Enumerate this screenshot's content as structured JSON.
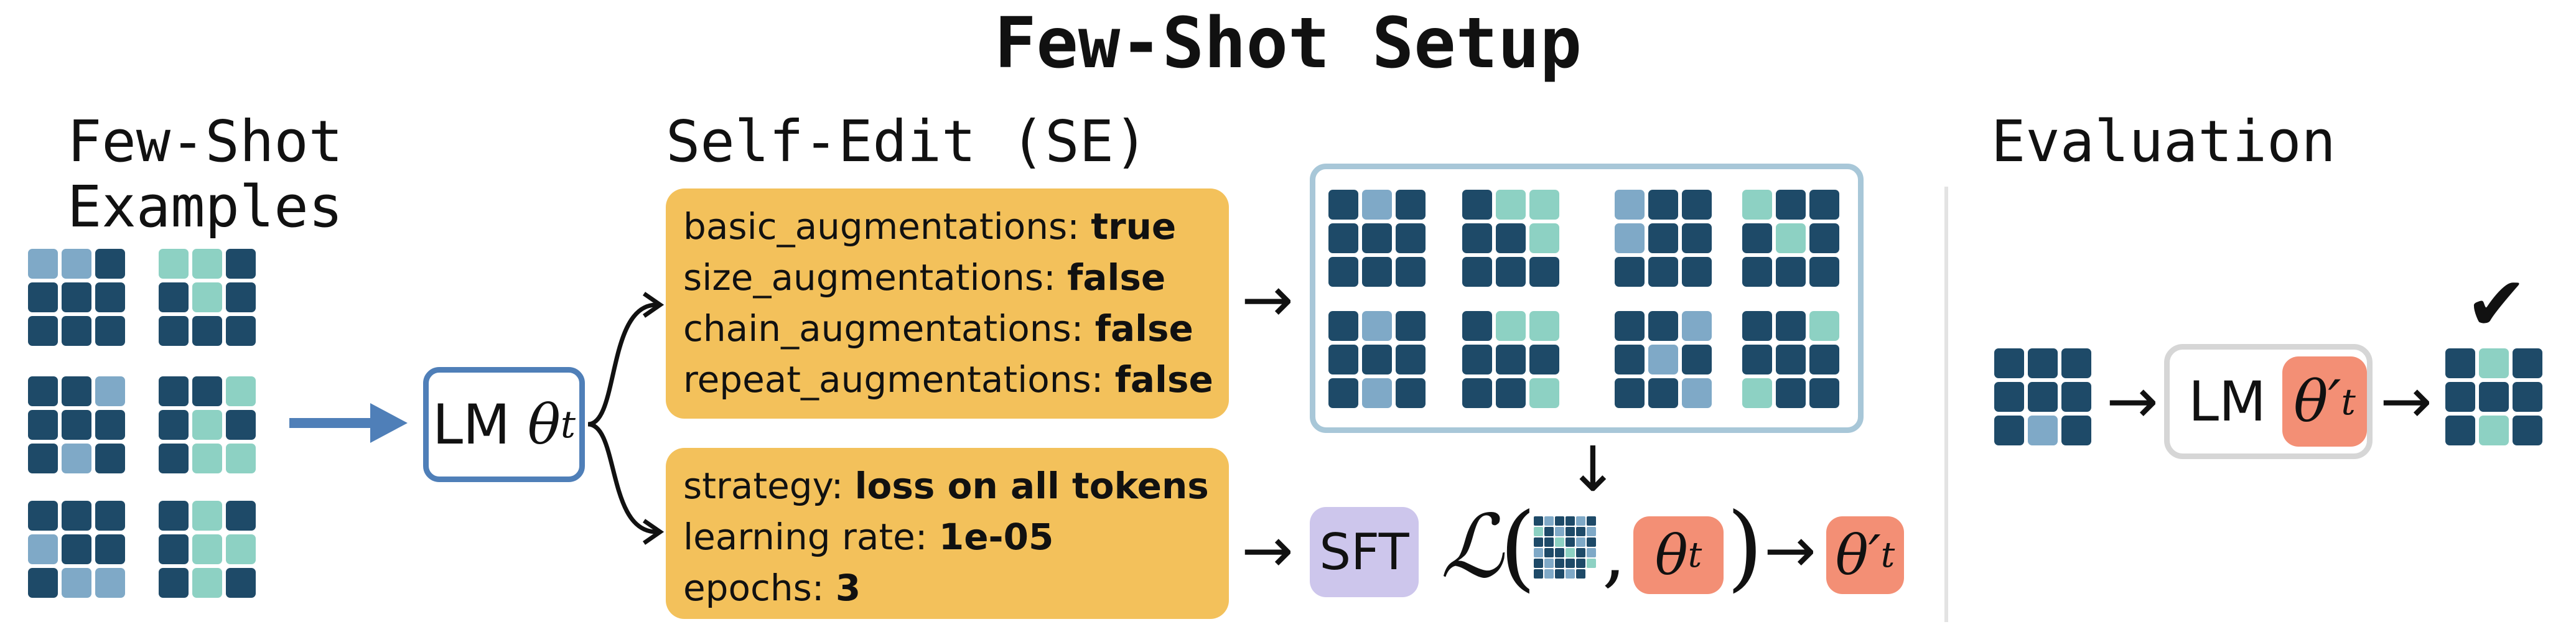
{
  "title": "Few-Shot Setup",
  "sections": {
    "examples_line1": "Few-Shot",
    "examples_line2": "Examples",
    "self_edit": "Self-Edit (SE)",
    "evaluation": "Evaluation"
  },
  "augment_config": [
    {
      "key": "basic_augmentations:",
      "value": "true"
    },
    {
      "key": "size_augmentations:",
      "value": "false"
    },
    {
      "key": "chain_augmentations:",
      "value": "false"
    },
    {
      "key": "repeat_augmentations:",
      "value": "false"
    }
  ],
  "train_config": [
    {
      "key": "strategy:",
      "value": "loss on all tokens"
    },
    {
      "key": "learning rate:",
      "value": "1e-05"
    },
    {
      "key": "epochs:",
      "value": "3"
    }
  ],
  "lm_label": "LM",
  "theta_t": "θ",
  "theta_sub": "t",
  "theta_prime": "θ′",
  "sft_label": "SFT",
  "loss_symbol": "ℒ",
  "arrow": "→",
  "down_arrow": "↓",
  "check": "✔",
  "colors": {
    "dark": "#1e4a68",
    "mid": "#7fa9c7",
    "teal": "#8dd1c3",
    "yellow": "#f3c15b",
    "red": "#f38f75",
    "lavender": "#cdc6ec",
    "blue_border": "#4f7fb8"
  },
  "grids": {
    "examples": [
      [
        "m",
        "m",
        "d",
        "d",
        "d",
        "d",
        "d",
        "d",
        "d"
      ],
      [
        "t",
        "t",
        "d",
        "d",
        "t",
        "d",
        "d",
        "d",
        "d"
      ],
      [
        "d",
        "d",
        "m",
        "d",
        "d",
        "d",
        "d",
        "m",
        "d"
      ],
      [
        "d",
        "d",
        "t",
        "d",
        "t",
        "d",
        "d",
        "t",
        "t"
      ],
      [
        "d",
        "d",
        "d",
        "m",
        "d",
        "d",
        "d",
        "m",
        "m"
      ],
      [
        "d",
        "t",
        "d",
        "d",
        "t",
        "t",
        "d",
        "t",
        "d"
      ]
    ],
    "augmented": [
      [
        "d",
        "m",
        "d",
        "d",
        "d",
        "d",
        "d",
        "d",
        "d"
      ],
      [
        "d",
        "t",
        "t",
        "d",
        "d",
        "t",
        "d",
        "d",
        "d"
      ],
      [
        "m",
        "d",
        "d",
        "m",
        "d",
        "d",
        "d",
        "d",
        "d"
      ],
      [
        "t",
        "d",
        "d",
        "d",
        "t",
        "d",
        "d",
        "d",
        "d"
      ],
      [
        "d",
        "m",
        "d",
        "d",
        "d",
        "d",
        "d",
        "m",
        "d"
      ],
      [
        "d",
        "t",
        "t",
        "d",
        "d",
        "d",
        "d",
        "d",
        "t"
      ],
      [
        "d",
        "d",
        "m",
        "d",
        "m",
        "d",
        "d",
        "d",
        "m"
      ],
      [
        "d",
        "d",
        "t",
        "d",
        "d",
        "d",
        "t",
        "d",
        "d"
      ]
    ],
    "eval_input": [
      "d",
      "d",
      "d",
      "d",
      "d",
      "d",
      "d",
      "m",
      "d"
    ],
    "eval_output": [
      "d",
      "t",
      "d",
      "d",
      "d",
      "d",
      "d",
      "t",
      "d"
    ]
  }
}
